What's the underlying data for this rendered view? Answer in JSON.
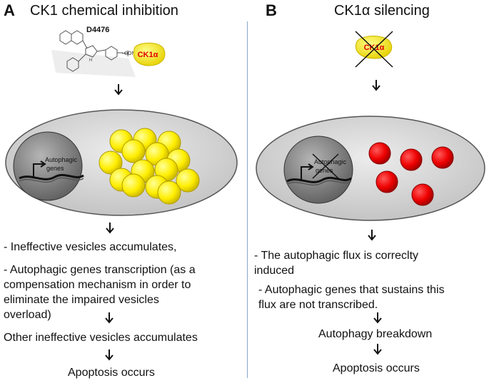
{
  "panel_a": {
    "letter": "A",
    "title": "CK1 chemical inhibition",
    "compound": "D4476",
    "compound_group": "CONH₂",
    "kinase": "CK1α",
    "cell_nucleus_label_1": "Autophagic",
    "cell_nucleus_label_2": "genes",
    "steps": [
      "- Ineffective vesicles accumulates,",
      "- Autophagic genes transcription (as a",
      "compensation mechanism in order to",
      "eliminate the impaired vesicles",
      "overload)",
      "Other ineffective vesicles accumulates",
      "Apoptosis occurs"
    ]
  },
  "panel_b": {
    "letter": "B",
    "title": "CK1α silencing",
    "kinase": "CK1α",
    "cell_nucleus_label_1": "Autophagic",
    "cell_nucleus_label_2": "genes",
    "steps": [
      "- The autophagic flux is correclty",
      "induced",
      "- Autophagic genes that sustains this",
      "flux are not transcribed.",
      "Autophagy breakdown",
      "Apoptosis occurs"
    ]
  },
  "colors": {
    "cell_fill": "#d9d9d9",
    "nucleus_fill": "#8c8c8c",
    "vesicle_yellow": "#ffee00",
    "vesicle_red": "#ee0000",
    "kinase_label": "#e00000",
    "divider": "#8aa8c8"
  }
}
